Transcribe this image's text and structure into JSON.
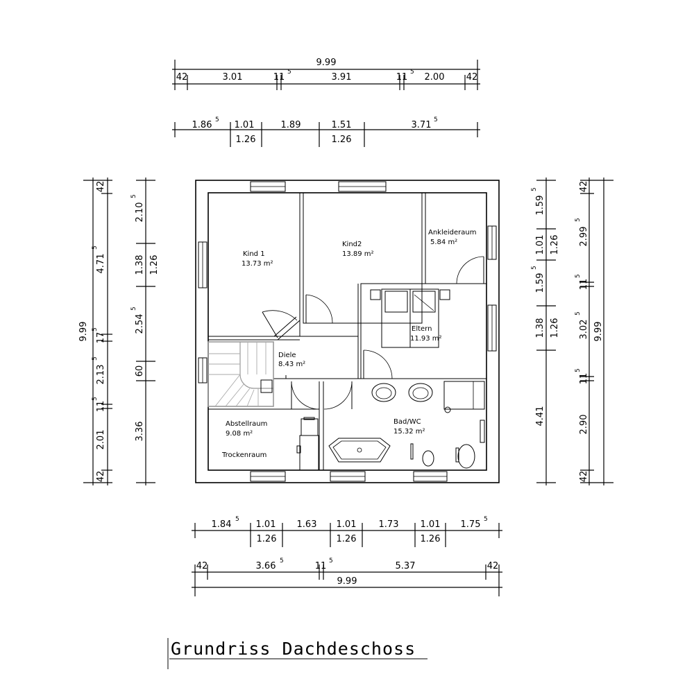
{
  "title": "Grundriss Dachdeschoss",
  "rooms": {
    "kind1": {
      "name": "Kind 1",
      "area": "13.73 m²"
    },
    "kind2": {
      "name": "Kind2",
      "area": "13.89 m²"
    },
    "ankleide": {
      "name": "Ankleideraum",
      "area": "5.84 m²"
    },
    "eltern": {
      "name": "Eltern",
      "area": "11.93 m²"
    },
    "diele": {
      "name": "Diele",
      "area": "8.43 m²"
    },
    "abstell": {
      "name": "Abstellraum",
      "area": "9.08 m²",
      "extra": "Trockenraum"
    },
    "bad": {
      "name": "Bad/WC",
      "area": "15.32 m²"
    }
  },
  "dims": {
    "top1": {
      "total": "9.99",
      "a": "42",
      "b": "3.01",
      "c": "11",
      "c_sup": "5",
      "d": "3.91",
      "e": "11",
      "e_sup": "5",
      "f": "2.00",
      "g": "42"
    },
    "top2": {
      "a": "1.86",
      "a_sup": "5",
      "b": "1.01",
      "b2": "1.26",
      "c": "1.89",
      "d": "1.51",
      "d2": "1.26",
      "e": "3.71",
      "e_sup": "5"
    },
    "bottom1": {
      "a": "1.84",
      "a_sup": "5",
      "b": "1.01",
      "b2": "1.26",
      "c": "1.63",
      "d": "1.01",
      "d2": "1.26",
      "e": "1.73",
      "f": "1.01",
      "f2": "1.26",
      "g": "1.75",
      "g_sup": "5"
    },
    "bottom2": {
      "a": "42",
      "b": "3.66",
      "b_sup": "5",
      "c": "11",
      "c_sup": "5",
      "d": "5.37",
      "e": "42",
      "total": "9.99"
    },
    "left_outer": {
      "total": "9.99",
      "a": "42",
      "b": "4.71",
      "b_sup": "5",
      "c": "17",
      "c_sup": "5",
      "d": "2.13",
      "d_sup": "5",
      "e": "11",
      "e_sup": "5",
      "f": "2.01",
      "g": "42"
    },
    "left_inner": {
      "a": "2.10",
      "a_sup": "5",
      "b": "1.38",
      "b2": "1.26",
      "c": "2.54",
      "c_sup": "5",
      "d": "60",
      "e": "3.36"
    },
    "right_inner": {
      "a": "1.59",
      "a_sup": "5",
      "b": "1.01",
      "b2": "1.26",
      "c": "1.59",
      "c_sup": "5",
      "d": "1.38",
      "d2": "1.26",
      "e": "4.41"
    },
    "right_outer": {
      "a": "42",
      "b": "2.99",
      "b_sup": "5",
      "c": "11",
      "c_sup": "5",
      "d": "3.02",
      "d_sup": "5",
      "e": "11",
      "e_sup": "5",
      "f": "2.90",
      "g": "42",
      "total": "9.99"
    }
  }
}
